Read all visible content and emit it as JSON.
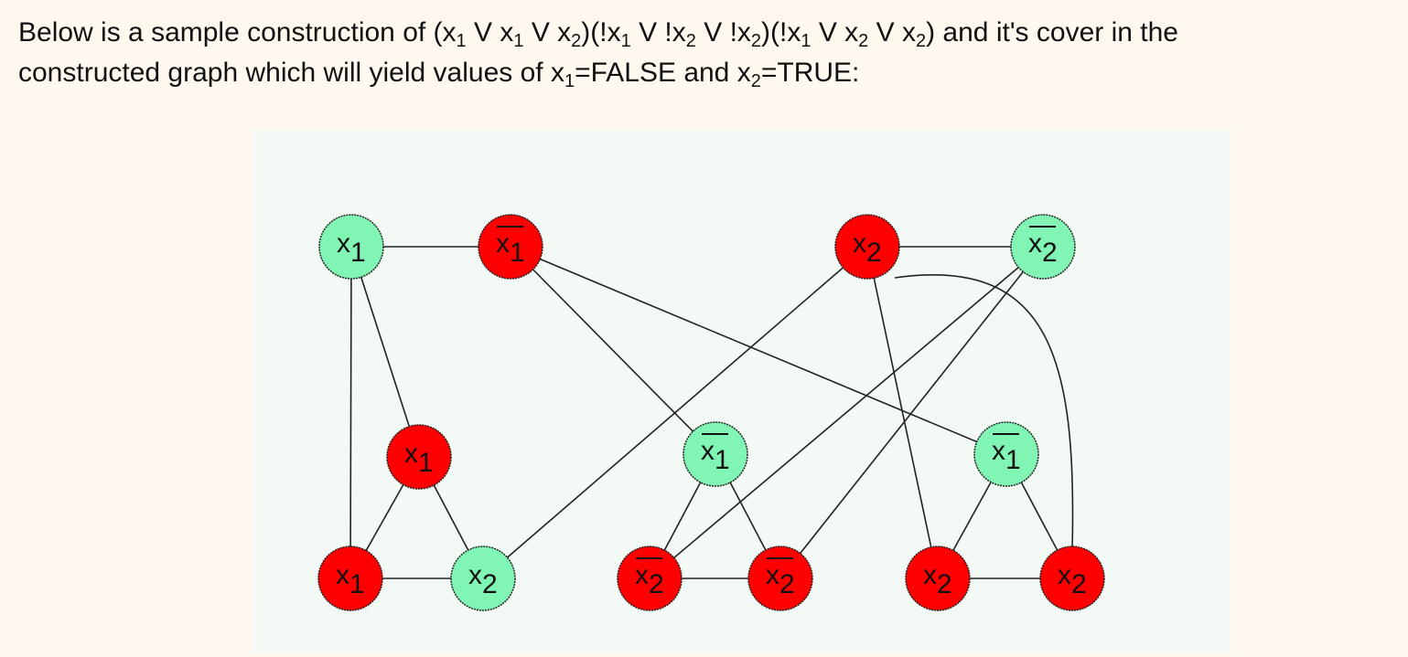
{
  "intro": {
    "line1": [
      "Below is a sample construction of (x",
      "1",
      " V x",
      "1",
      " V x",
      "2",
      ")(!x",
      "1",
      " V !x",
      "2",
      " V !x",
      "2",
      ")(!x",
      "1",
      " V x",
      "2",
      " V x",
      "2",
      ") and it's cover in the"
    ],
    "line2": [
      "constructed graph which will yield values of x",
      "1",
      "=FALSE and x",
      "2",
      "=TRUE:"
    ]
  },
  "colors": {
    "true": "#80f5b4",
    "false": "#ff0000",
    "edge": "#222222"
  },
  "graph": {
    "nodes": [
      {
        "var": "x",
        "sub": "1",
        "negated": false,
        "state": "true"
      },
      {
        "var": "x",
        "sub": "1",
        "negated": true,
        "state": "false"
      },
      {
        "var": "x",
        "sub": "2",
        "negated": false,
        "state": "false"
      },
      {
        "var": "x",
        "sub": "2",
        "negated": true,
        "state": "true"
      },
      {
        "var": "x",
        "sub": "1",
        "negated": false,
        "state": "false"
      },
      {
        "var": "x",
        "sub": "1",
        "negated": true,
        "state": "true"
      },
      {
        "var": "x",
        "sub": "1",
        "negated": true,
        "state": "true"
      },
      {
        "var": "x",
        "sub": "1",
        "negated": false,
        "state": "false"
      },
      {
        "var": "x",
        "sub": "2",
        "negated": false,
        "state": "true"
      },
      {
        "var": "x",
        "sub": "2",
        "negated": true,
        "state": "false"
      },
      {
        "var": "x",
        "sub": "2",
        "negated": true,
        "state": "false"
      },
      {
        "var": "x",
        "sub": "2",
        "negated": false,
        "state": "false"
      },
      {
        "var": "x",
        "sub": "2",
        "negated": false,
        "state": "false"
      }
    ],
    "edges": [
      [
        0,
        1
      ],
      [
        2,
        3
      ],
      [
        0,
        4
      ],
      [
        0,
        7
      ],
      [
        4,
        7
      ],
      [
        4,
        8
      ],
      [
        7,
        8
      ],
      [
        1,
        5
      ],
      [
        1,
        6
      ],
      [
        2,
        8
      ],
      [
        2,
        11
      ],
      [
        2,
        12
      ],
      [
        3,
        9
      ],
      [
        3,
        10
      ],
      [
        5,
        9
      ],
      [
        5,
        10
      ],
      [
        9,
        10
      ],
      [
        6,
        11
      ],
      [
        6,
        12
      ],
      [
        11,
        12
      ]
    ]
  }
}
